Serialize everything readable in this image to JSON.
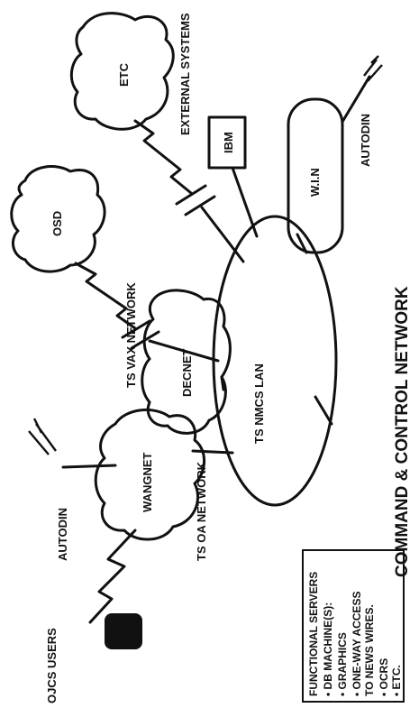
{
  "diagram": {
    "title": "COMMAND & CONTROL NETWORK",
    "labels": {
      "external_systems": "EXTERNAL SYSTEMS",
      "etc_cloud": "ETC",
      "ibm": "IBM",
      "win": "W.I.N",
      "autodin_top": "AUTODIN",
      "osd": "OSD",
      "ts_vax_network": "TS VAX NETWORK",
      "decnet": "DECNET",
      "ts_nmcs_lan": "TS NMCS LAN",
      "ts_oa_network": "TS OA NETWORK",
      "wangnet": "WANGNET",
      "autodin_left": "AUTODIN",
      "ojcs_users": "OJCS USERS"
    },
    "functional_servers": {
      "heading": "FUNCTIONAL SERVERS",
      "items": [
        "• DB MACHINE(S):",
        "• GRAPHICS",
        "• ONE-WAY ACCESS",
        "   TO NEWS WIRES.",
        "• OCRS",
        "• ETC."
      ]
    }
  }
}
